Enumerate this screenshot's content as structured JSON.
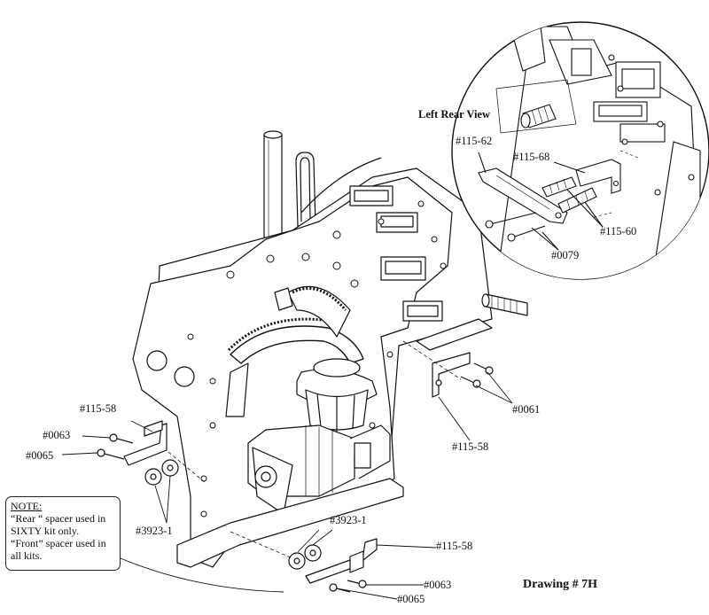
{
  "drawing": {
    "title": "Drawing # 7H",
    "inset_title": "Left Rear View"
  },
  "labels": {
    "inset_115_62": "#115-62",
    "inset_115_68": "#115-68",
    "inset_115_60": "#115-60",
    "inset_0079": "#0079",
    "right_0061": "#0061",
    "right_115_58": "#115-58",
    "left_115_58": "#115-58",
    "left_0063": "#0063",
    "left_0065": "#0065",
    "left_3923_1": "#3923-1",
    "bottom_3923_1": "#3923-1",
    "bottom_115_58": "#115-58",
    "bottom_0063": "#0063",
    "bottom_0065": "#0065"
  },
  "note": {
    "heading": "NOTE:",
    "lines": [
      "“Rear “ spacer used in",
      "  SIXTY kit only.",
      "“Front” spacer used in",
      "  all kits."
    ]
  }
}
